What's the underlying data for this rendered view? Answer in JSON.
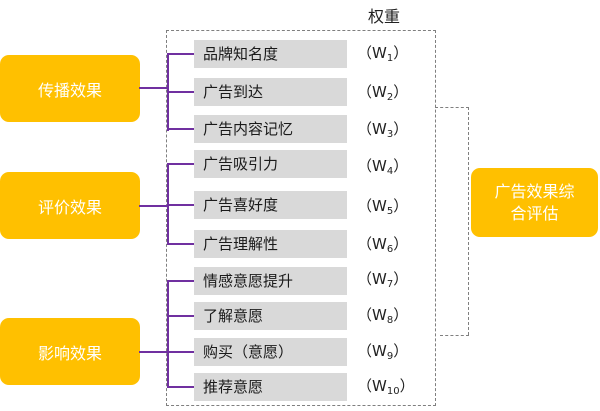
{
  "header": {
    "weight_title": "权重"
  },
  "categories": [
    {
      "label": "传播效果"
    },
    {
      "label": "评价效果"
    },
    {
      "label": "影响效果"
    }
  ],
  "metrics": [
    {
      "label": "品牌知名度",
      "weight": {
        "symbol": "W",
        "index": "1"
      }
    },
    {
      "label": "广告到达",
      "weight": {
        "symbol": "W",
        "index": "2"
      }
    },
    {
      "label": "广告内容记忆",
      "weight": {
        "symbol": "W",
        "index": "3"
      }
    },
    {
      "label": "广告吸引力",
      "weight": {
        "symbol": "W",
        "index": "4"
      }
    },
    {
      "label": "广告喜好度",
      "weight": {
        "symbol": "W",
        "index": "5"
      }
    },
    {
      "label": "广告理解性",
      "weight": {
        "symbol": "W",
        "index": "6"
      }
    },
    {
      "label": "情感意愿提升",
      "weight": {
        "symbol": "W",
        "index": "7"
      }
    },
    {
      "label": "了解意愿",
      "weight": {
        "symbol": "W",
        "index": "8"
      }
    },
    {
      "label": "购买（意愿）",
      "weight": {
        "symbol": "W",
        "index": "9"
      }
    },
    {
      "label": "推荐意愿",
      "weight": {
        "symbol": "W",
        "index": "10"
      }
    }
  ],
  "weight_brackets": {
    "open": "（",
    "close": "）"
  },
  "result": {
    "label": "广告效果综合评估"
  },
  "colors": {
    "category_fill": "#ffc000",
    "metric_fill": "#d9d9d9",
    "connector": "#7030a0",
    "dashed_border": "#7f7f7f"
  }
}
